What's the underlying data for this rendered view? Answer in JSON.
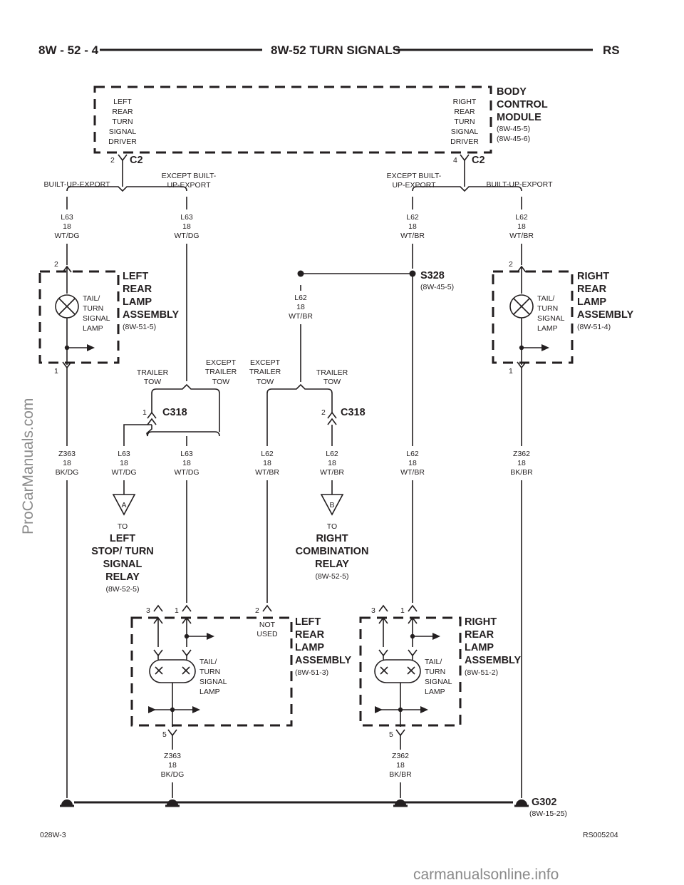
{
  "header": {
    "page": "8W - 52 - 4",
    "title": "8W-52 TURN SIGNALS",
    "model": "RS"
  },
  "bcm": {
    "name": [
      "BODY",
      "CONTROL",
      "MODULE"
    ],
    "refs": [
      "(8W-45-5)",
      "(8W-45-6)"
    ],
    "left_driver": [
      "LEFT",
      "REAR",
      "TURN",
      "SIGNAL",
      "DRIVER"
    ],
    "right_driver": [
      "RIGHT",
      "REAR",
      "TURN",
      "SIGNAL",
      "DRIVER"
    ],
    "left_pin": "2",
    "right_pin": "4",
    "connector": "C2"
  },
  "branches": {
    "built_up_export": "BUILT-UP-EXPORT",
    "except_built_up": [
      "EXCEPT BUILT-",
      "UP-EXPORT"
    ],
    "trailer_tow": [
      "TRAILER",
      "TOW"
    ],
    "except_trailer_tow": [
      "EXCEPT",
      "TRAILER",
      "TOW"
    ]
  },
  "wires": {
    "l63": [
      "L63",
      "18",
      "WT/DG"
    ],
    "l62": [
      "L62",
      "18",
      "WT/BR"
    ],
    "z363": [
      "Z363",
      "18",
      "BK/DG"
    ],
    "z362": [
      "Z362",
      "18",
      "BK/BR"
    ]
  },
  "left_rear_lamp": {
    "name": [
      "LEFT",
      "REAR",
      "LAMP",
      "ASSEMBLY"
    ],
    "ref": "(8W-51-5)",
    "bulb": [
      "TAIL/",
      "TURN",
      "SIGNAL",
      "LAMP"
    ],
    "pin_top": "2",
    "pin_bottom": "1"
  },
  "right_rear_lamp": {
    "name": [
      "RIGHT",
      "REAR",
      "LAMP",
      "ASSEMBLY"
    ],
    "ref": "(8W-51-4)",
    "bulb": [
      "TAIL/",
      "TURN",
      "SIGNAL",
      "LAMP"
    ],
    "pin_top": "2",
    "pin_bottom": "1"
  },
  "splice": {
    "name": "S328",
    "ref": "(8W-45-5)"
  },
  "c318": {
    "name": "C318",
    "pin_left": "1",
    "pin_right": "2"
  },
  "left_relay": {
    "tag": "A",
    "to": "TO",
    "name": [
      "LEFT",
      "STOP/ TURN",
      "SIGNAL",
      "RELAY"
    ],
    "ref": "(8W-52-5)"
  },
  "right_relay": {
    "tag": "B",
    "to": "TO",
    "name": [
      "RIGHT",
      "COMBINATION",
      "RELAY"
    ],
    "ref": "(8W-52-5)"
  },
  "left_lamp_lower": {
    "name": [
      "LEFT",
      "REAR",
      "LAMP",
      "ASSEMBLY"
    ],
    "ref": "(8W-51-3)",
    "bulb": [
      "TAIL/",
      "TURN",
      "SIGNAL",
      "LAMP"
    ],
    "pins": [
      "3",
      "1",
      "2",
      "5"
    ],
    "not_used": [
      "NOT",
      "USED"
    ]
  },
  "right_lamp_lower": {
    "name": [
      "RIGHT",
      "REAR",
      "LAMP",
      "ASSEMBLY"
    ],
    "ref": "(8W-51-2)",
    "bulb": [
      "TAIL/",
      "TURN",
      "SIGNAL",
      "LAMP"
    ],
    "pins": [
      "3",
      "1",
      "5"
    ]
  },
  "ground": {
    "name": "G302",
    "ref": "(8W-15-25)"
  },
  "footer": {
    "left": "028W-3",
    "right": "RS005204"
  },
  "watermarks": {
    "side": "ProCarManuals.com",
    "bottom": "carmanualsonline.info"
  }
}
